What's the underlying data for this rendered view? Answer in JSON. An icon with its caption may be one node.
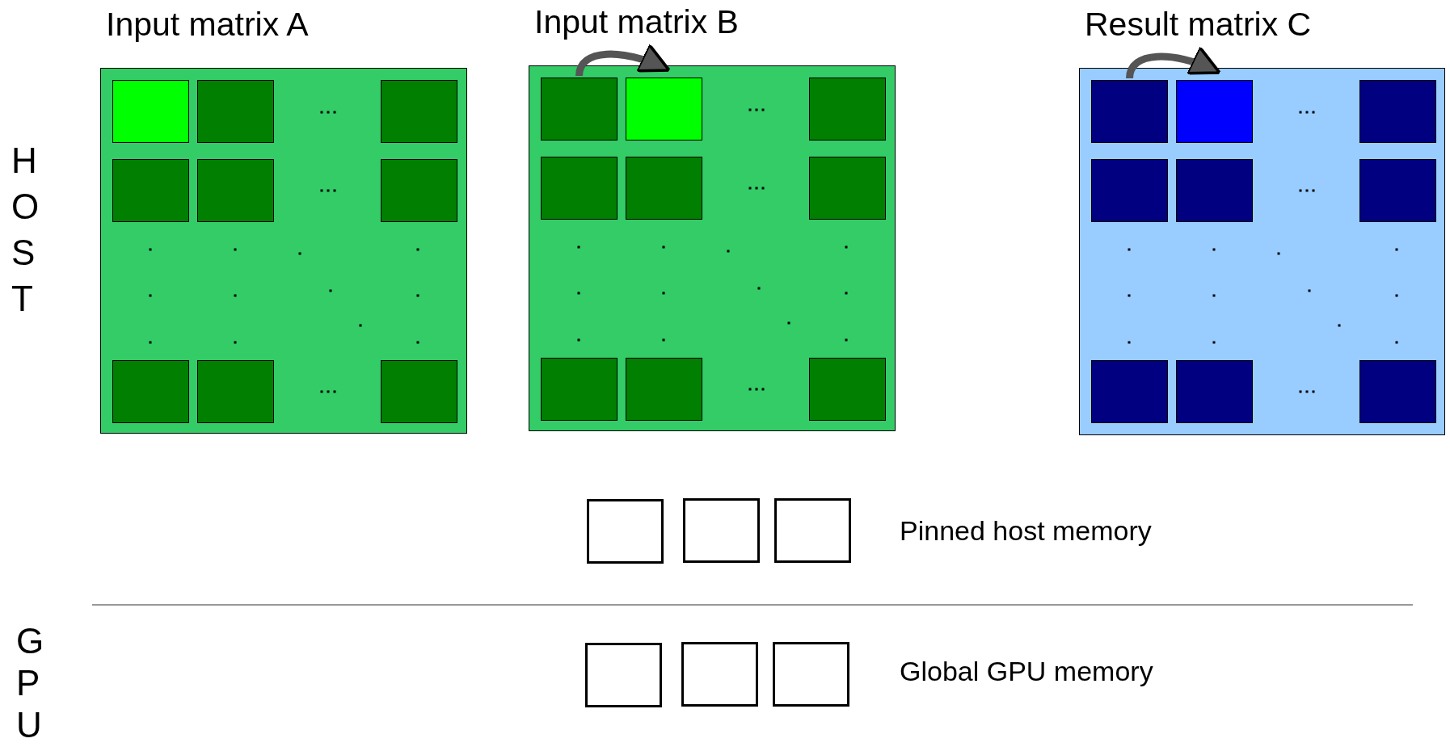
{
  "diagram": {
    "nodes": [
      {
        "text": [
          "Input matrix A"
        ]
      },
      {
        "text": [],
        "shape": "box",
        "in": 0
      },
      {
        "text": [],
        "shape": "box",
        "in": 0
      },
      {
        "text": [],
        "shape": "box",
        "in": 0
      },
      {
        "text": [],
        "shape": "box",
        "in": 0
      },
      {
        "text": [],
        "shape": "box",
        "in": 0
      },
      {
        "text": [],
        "shape": "box",
        "in": 0
      },
      {
        "text": [],
        "shape": "box",
        "in": 0
      },
      {
        "text": [],
        "shape": "box",
        "in": 0
      },
      {
        "text": [],
        "shape": "box",
        "in": 0
      },
      {
        "text": [
          "Input matrix B"
        ]
      },
      {
        "text": [],
        "shape": "box",
        "in": 10
      },
      {
        "text": [],
        "shape": "box",
        "in": 10
      },
      {
        "text": [],
        "shape": "box",
        "in": 10
      },
      {
        "text": [],
        "shape": "box",
        "in": 10
      },
      {
        "text": [],
        "shape": "box",
        "in": 10
      },
      {
        "text": [],
        "shape": "box",
        "in": 10
      },
      {
        "text": [],
        "shape": "box",
        "in": 10
      },
      {
        "text": [],
        "shape": "box",
        "in": 10
      },
      {
        "text": [],
        "shape": "box",
        "in": 10
      },
      {
        "text": [
          "Result matrix C"
        ]
      },
      {
        "text": [],
        "shape": "box",
        "in": 20
      },
      {
        "text": [],
        "shape": "box",
        "in": 20
      },
      {
        "text": [],
        "shape": "box",
        "in": 20
      },
      {
        "text": [],
        "shape": "box",
        "in": 20
      },
      {
        "text": [],
        "shape": "box",
        "in": 20
      },
      {
        "text": [],
        "shape": "box",
        "in": 20
      },
      {
        "text": [],
        "shape": "box",
        "in": 20
      },
      {
        "text": [],
        "shape": "box",
        "in": 20
      },
      {
        "text": [],
        "shape": "box",
        "in": 20
      },
      {
        "text": [],
        "shape": "box"
      },
      {
        "text": [],
        "shape": "box"
      },
      {
        "text": [],
        "shape": "box"
      },
      {
        "text": [],
        "shape": "box"
      },
      {
        "text": [],
        "shape": "box"
      },
      {
        "text": [],
        "shape": "box"
      }
    ],
    "edges": [
      {
        "from": 11,
        "to": 12,
        "arrow": "to"
      },
      {
        "from": 21,
        "to": 22,
        "arrow": "to"
      }
    ],
    "labels": [
      "HOST",
      "Pinned host memory",
      "GPU",
      "Global GPU memory"
    ]
  }
}
